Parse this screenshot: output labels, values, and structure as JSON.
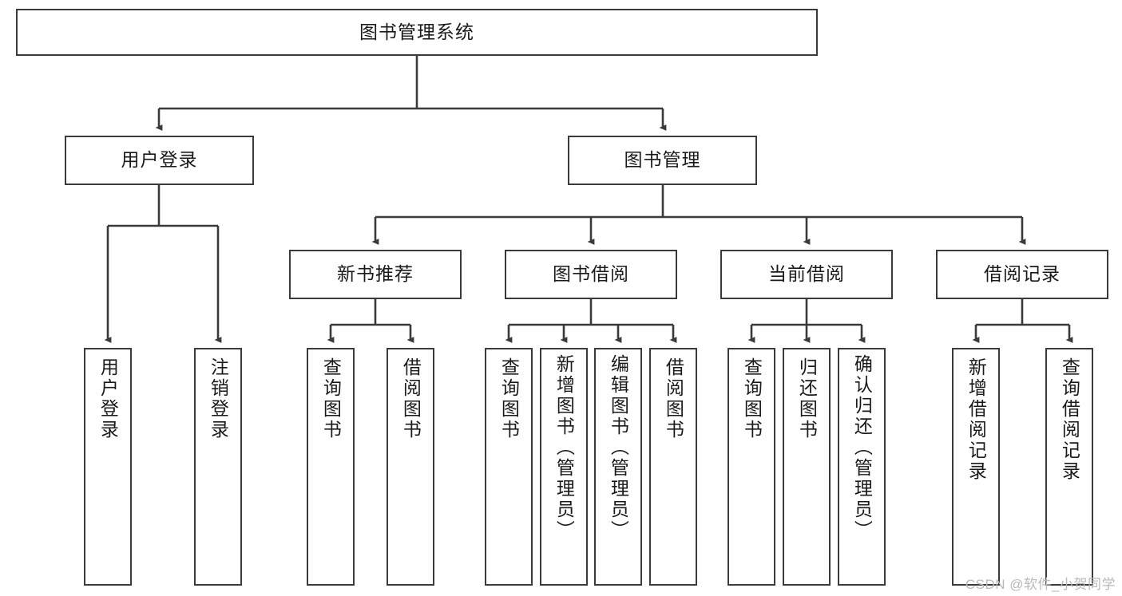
{
  "diagram": {
    "title": "图书管理系统",
    "type": "functional-structure-tree",
    "watermark": "CSDN @软件_小贺同学",
    "colors": {
      "background": "#ffffff",
      "box_border": "#3a3a3a",
      "box_fill": "#ffffff",
      "text": "#1a1a1a",
      "connector": "#3a3a3a",
      "watermark": "#b9b9b9"
    },
    "levels": [
      {
        "level": 1,
        "nodes": [
          {
            "id": "root",
            "label": "图书管理系统",
            "orientation": "horizontal"
          }
        ]
      },
      {
        "level": 2,
        "nodes": [
          {
            "id": "user-login",
            "label": "用户登录",
            "orientation": "horizontal",
            "parent": "root"
          },
          {
            "id": "book-manage",
            "label": "图书管理",
            "orientation": "horizontal",
            "parent": "root"
          }
        ]
      },
      {
        "level": 3,
        "nodes": [
          {
            "id": "new-book-rec",
            "label": "新书推荐",
            "orientation": "horizontal",
            "parent": "book-manage"
          },
          {
            "id": "book-borrow",
            "label": "图书借阅",
            "orientation": "horizontal",
            "parent": "book-manage"
          },
          {
            "id": "current-borrow",
            "label": "当前借阅",
            "orientation": "horizontal",
            "parent": "book-manage"
          },
          {
            "id": "borrow-record",
            "label": "借阅记录",
            "orientation": "horizontal",
            "parent": "book-manage"
          }
        ]
      },
      {
        "level": 4,
        "nodes": [
          {
            "id": "leaf-user-login",
            "label": "用户登录",
            "orientation": "vertical",
            "parent": "user-login"
          },
          {
            "id": "leaf-logout",
            "label": "注销登录",
            "orientation": "vertical",
            "parent": "user-login"
          },
          {
            "id": "leaf-query-book-1",
            "label": "查询图书",
            "orientation": "vertical",
            "parent": "new-book-rec"
          },
          {
            "id": "leaf-borrow-book-1",
            "label": "借阅图书",
            "orientation": "vertical",
            "parent": "new-book-rec"
          },
          {
            "id": "leaf-query-book-2",
            "label": "查询图书",
            "orientation": "vertical",
            "parent": "book-borrow"
          },
          {
            "id": "leaf-add-book",
            "label": "新增图书（管理员）",
            "orientation": "vertical",
            "parent": "book-borrow"
          },
          {
            "id": "leaf-edit-book",
            "label": "编辑图书（管理员）",
            "orientation": "vertical",
            "parent": "book-borrow"
          },
          {
            "id": "leaf-borrow-book-2",
            "label": "借阅图书",
            "orientation": "vertical",
            "parent": "book-borrow"
          },
          {
            "id": "leaf-query-book-3",
            "label": "查询图书",
            "orientation": "vertical",
            "parent": "current-borrow"
          },
          {
            "id": "leaf-return-book",
            "label": "归还图书",
            "orientation": "vertical",
            "parent": "current-borrow"
          },
          {
            "id": "leaf-confirm-return",
            "label": "确认归还（管理员）",
            "orientation": "vertical",
            "parent": "current-borrow"
          },
          {
            "id": "leaf-add-record",
            "label": "新增借阅记录",
            "orientation": "vertical",
            "parent": "borrow-record"
          },
          {
            "id": "leaf-query-record",
            "label": "查询借阅记录",
            "orientation": "vertical",
            "parent": "borrow-record"
          }
        ]
      }
    ]
  }
}
